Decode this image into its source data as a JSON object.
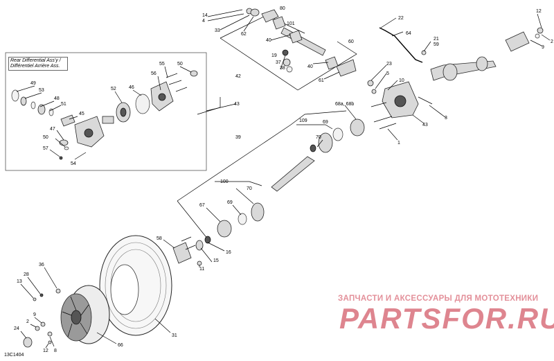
{
  "figure_code": "13C1404",
  "inset_title": "Rear Differential Ass'y / Différentiel Arrière Ass.",
  "watermark": {
    "subtitle": "ЗАПЧАСТИ И АКСЕССУАРЫ ДЛЯ МОТОТЕХНИКИ",
    "brand": "PARTSFOR.RU"
  },
  "callouts": {
    "c14": "14",
    "c4a": "4",
    "c33": "33",
    "c62": "62",
    "c80": "80",
    "c101": "101",
    "c40a": "40",
    "c19": "19",
    "c37": "37",
    "c38": "38",
    "c60": "60",
    "c40b": "40",
    "c42": "42",
    "c61": "61",
    "c22": "22",
    "c64": "64",
    "c21": "21",
    "c59": "59",
    "c12a": "12",
    "c2a": "2",
    "c9a": "9",
    "c23": "23",
    "c5a": "5",
    "c10": "10",
    "c43a": "43",
    "c43b": "43",
    "c3": "3",
    "c1": "1",
    "c68": "68a, 68b",
    "c39": "39",
    "c109a": "109",
    "c69a": "69",
    "c70a": "70",
    "c100": "100",
    "c70b": "70",
    "c67": "67",
    "c69b": "69",
    "c58": "58",
    "c16": "16",
    "c15": "15",
    "c11": "11",
    "c31": "31",
    "c66": "66",
    "c36": "36",
    "c28": "28",
    "c13": "13",
    "c9b": "9",
    "c2b": "2",
    "c8": "8",
    "c24": "24",
    "c12b": "12",
    "c55": "55",
    "c50a": "50",
    "c56": "56",
    "c49": "49",
    "c53": "53",
    "c52": "52",
    "c46": "46",
    "c48": "48",
    "c51": "51",
    "c45": "45",
    "c47": "47",
    "c50b": "50",
    "c57": "57",
    "c54": "54"
  }
}
